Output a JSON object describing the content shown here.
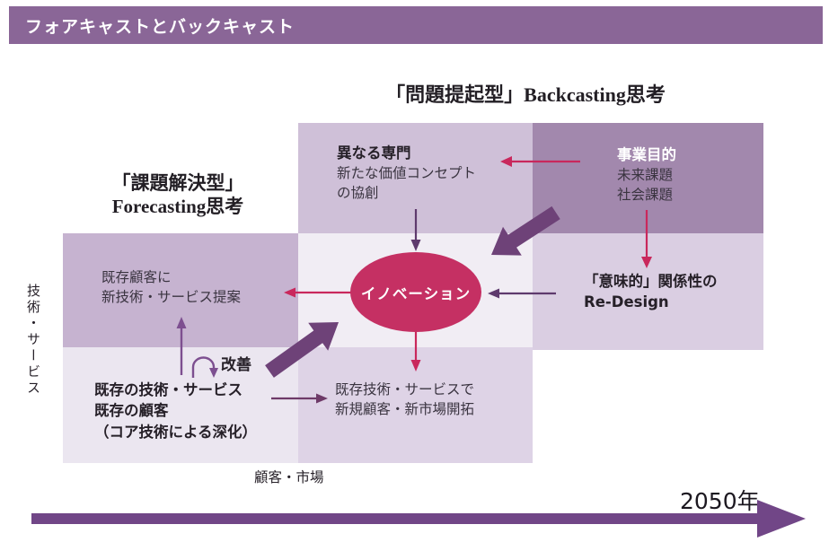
{
  "header": {
    "title": "フォアキャストとバックキャスト"
  },
  "titles": {
    "backcasting": "「問題提起型」Backcasting思考",
    "forecasting_line1": "「課題解決型」",
    "forecasting_line2": "Forecasting思考"
  },
  "boxes": {
    "different_expertise": {
      "heading": "異なる専門",
      "line1": "新たな価値コンセプト",
      "line2": "の協創"
    },
    "business_purpose": {
      "heading": "事業目的",
      "line1": "未来課題",
      "line2": "社会課題"
    },
    "existing_customers": {
      "line1": "既存顧客に",
      "line2": "新技術・サービス提案"
    },
    "semantic_redesign": {
      "line1": "「意味的」関係性の",
      "line2": "Re-Design"
    },
    "existing_tech": {
      "line1": "既存の技術・サービス",
      "line2": "既存の顧客",
      "line3": "（コア技術による深化）"
    },
    "new_market": {
      "line1": "既存技術・サービスで",
      "line2": "新規顧客・新市場開拓"
    }
  },
  "center_ellipse": {
    "label": "イノベーション"
  },
  "annotations": {
    "improvement": "改善"
  },
  "axes": {
    "vertical_label": "技術・サービス",
    "horizontal_label": "顧客・市場",
    "timeline_label": "2050年"
  },
  "colors": {
    "header_bg": "#8a6697",
    "c_r1c2": "#cfc0d8",
    "c_r1c3": "#a288ad",
    "c_r2c1": "#c6b3d0",
    "c_r2c2": "#f1edf4",
    "c_r2c3": "#dacee2",
    "c_r3c1": "#ebe6f0",
    "c_r3c2": "#ded3e6",
    "ellipse": "#c53063",
    "crimson": "#c9285c",
    "purple_mid": "#7d4f90",
    "purple_dark": "#5e3a6d",
    "plum": "#6e3a68",
    "big_arrow": "#6e4278",
    "timeline": "#714687",
    "text_dark": "#3a3440",
    "heading_dark": "#262028"
  }
}
